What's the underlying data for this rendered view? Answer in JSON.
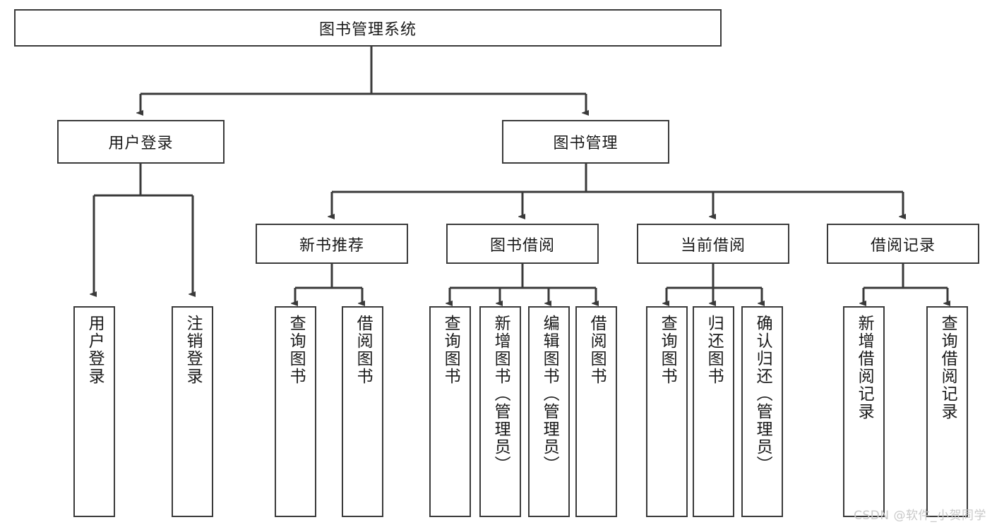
{
  "diagram": {
    "type": "hierarchy-tree",
    "title_node": {
      "label": "图书管理系统"
    },
    "level2": [
      {
        "id": "user-login",
        "label": "用户登录"
      },
      {
        "id": "book-management",
        "label": "图书管理"
      }
    ],
    "level3": [
      {
        "id": "new-book-recommend",
        "label": "新书推荐",
        "parent": "book-management"
      },
      {
        "id": "book-borrow",
        "label": "图书借阅",
        "parent": "book-management"
      },
      {
        "id": "current-borrow",
        "label": "当前借阅",
        "parent": "book-management"
      },
      {
        "id": "borrow-record",
        "label": "借阅记录",
        "parent": "book-management"
      }
    ],
    "leaves": [
      {
        "id": "leaf-user-login",
        "label": "用户登录",
        "parent": "user-login"
      },
      {
        "id": "leaf-logout-login",
        "label": "注销登录",
        "parent": "user-login"
      },
      {
        "id": "leaf-query-book-1",
        "label": "查询图书",
        "parent": "new-book-recommend"
      },
      {
        "id": "leaf-borrow-book-1",
        "label": "借阅图书",
        "parent": "new-book-recommend"
      },
      {
        "id": "leaf-query-book-2",
        "label": "查询图书",
        "parent": "book-borrow"
      },
      {
        "id": "leaf-add-book",
        "label": "新增图书（管理员）",
        "parent": "book-borrow"
      },
      {
        "id": "leaf-edit-book",
        "label": "编辑图书（管理员）",
        "parent": "book-borrow"
      },
      {
        "id": "leaf-borrow-book-2",
        "label": "借阅图书",
        "parent": "book-borrow"
      },
      {
        "id": "leaf-query-book-3",
        "label": "查询图书",
        "parent": "current-borrow"
      },
      {
        "id": "leaf-return-book",
        "label": "归还图书",
        "parent": "current-borrow"
      },
      {
        "id": "leaf-confirm-return",
        "label": "确认归还（管理员）",
        "parent": "current-borrow"
      },
      {
        "id": "leaf-add-borrow-record",
        "label": "新增借阅记录",
        "parent": "borrow-record"
      },
      {
        "id": "leaf-query-borrow-record",
        "label": "查询借阅记录",
        "parent": "borrow-record"
      }
    ]
  },
  "watermark": {
    "text": "CSDN @软件_小贺同学"
  },
  "colors": {
    "stroke": "#3a3a3a",
    "background": "#ffffff",
    "text": "#1a1a1a",
    "watermark": "#c9c9c9"
  }
}
